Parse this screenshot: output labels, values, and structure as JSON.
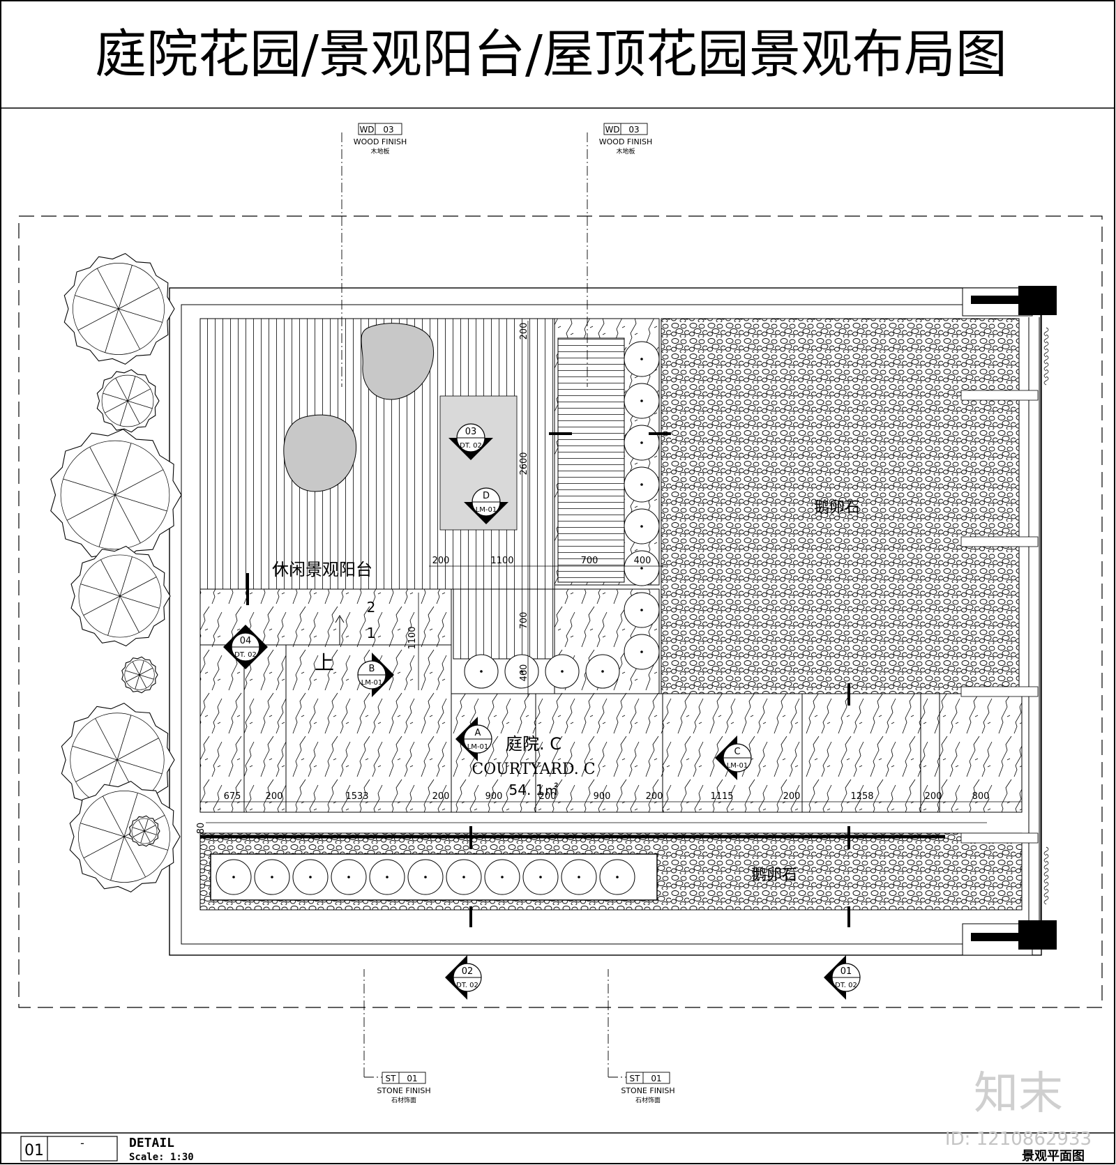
{
  "title": "庭院花园/景观阳台/屋顶花园景观布局图",
  "tags_top": [
    {
      "code": "WD",
      "num": "03",
      "en": "WOOD  FINISH",
      "cn": "木地板"
    },
    {
      "code": "WD",
      "num": "03",
      "en": "WOOD  FINISH",
      "cn": "木地板"
    }
  ],
  "tags_bottom": [
    {
      "code": "ST",
      "num": "01",
      "en": "STONE  FINISH",
      "cn": "石材饰面"
    },
    {
      "code": "ST",
      "num": "01",
      "en": "STONE  FINISH",
      "cn": "石材饰面"
    }
  ],
  "areas": {
    "pebble_main": "鹅卵石",
    "pebble_strip": "鹅卵石",
    "balcony": "休闲景观阳台",
    "courtyard_cn": "庭院. C",
    "courtyard_en": "COURTYARD. C",
    "courtyard_area": "54. 1㎡",
    "stair_up": "上",
    "stair_1": "1",
    "stair_2": "2"
  },
  "section_markers": [
    {
      "id": "03",
      "ref": "DT. 02"
    },
    {
      "id": "D",
      "ref": "LM-01"
    },
    {
      "id": "04",
      "ref": "DT. 02"
    },
    {
      "id": "B",
      "ref": "LM-01"
    },
    {
      "id": "A",
      "ref": "LM-01"
    },
    {
      "id": "C",
      "ref": "LM-01"
    },
    {
      "id": "02",
      "ref": "DT. 02"
    },
    {
      "id": "01",
      "ref": "DT. 02"
    }
  ],
  "dimensions": {
    "row_top": [
      "200",
      "1100",
      "700",
      "400"
    ],
    "row_bottom": [
      "675",
      "200",
      "1533",
      "200",
      "900",
      "200",
      "900",
      "200",
      "1115",
      "200",
      "1258",
      "200",
      "800"
    ],
    "vertical": [
      "200",
      "2600",
      "700",
      "1100",
      "460",
      "80"
    ]
  },
  "footer": {
    "number": "01",
    "dash": "-",
    "label": "DETAIL",
    "scale": "Scale: 1:30",
    "plan_name": "景观平面图",
    "brand": "知末",
    "id_text": "ID: 1210862933"
  },
  "colors": {
    "line": "#000000",
    "pavement": "#d9d9d9",
    "boulder": "#c8c8c8"
  }
}
